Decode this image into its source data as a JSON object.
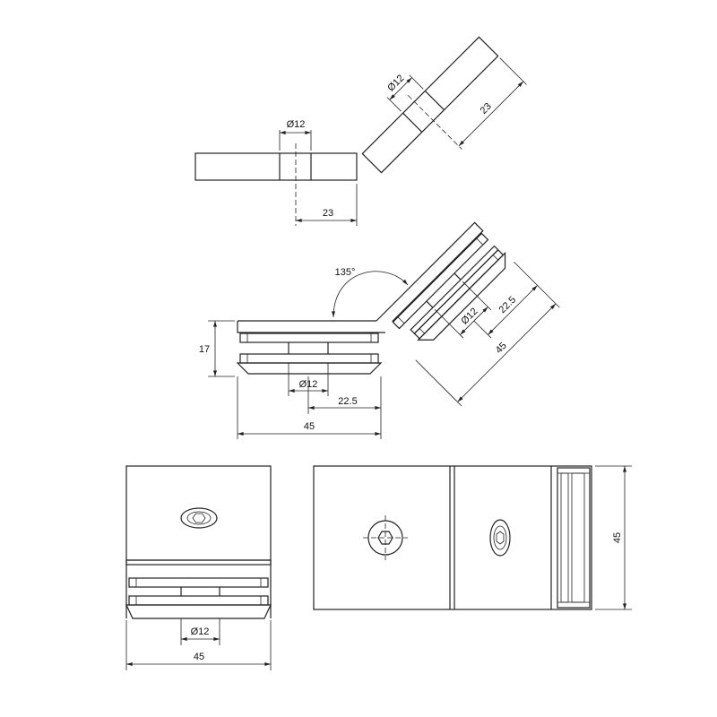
{
  "views": {
    "top_flat": {
      "hole": "Ø12",
      "offset": "23"
    },
    "top_angled": {
      "hole": "Ø12",
      "offset": "23"
    },
    "side": {
      "angle": "135°",
      "height": "17",
      "hole": "Ø12",
      "offset": "22.5",
      "width": "45",
      "angled_hole": "Ø12",
      "angled_offset": "22.5",
      "angled_width": "45"
    },
    "front": {
      "hole": "Ø12",
      "width": "45"
    },
    "plan": {
      "height": "45"
    }
  }
}
